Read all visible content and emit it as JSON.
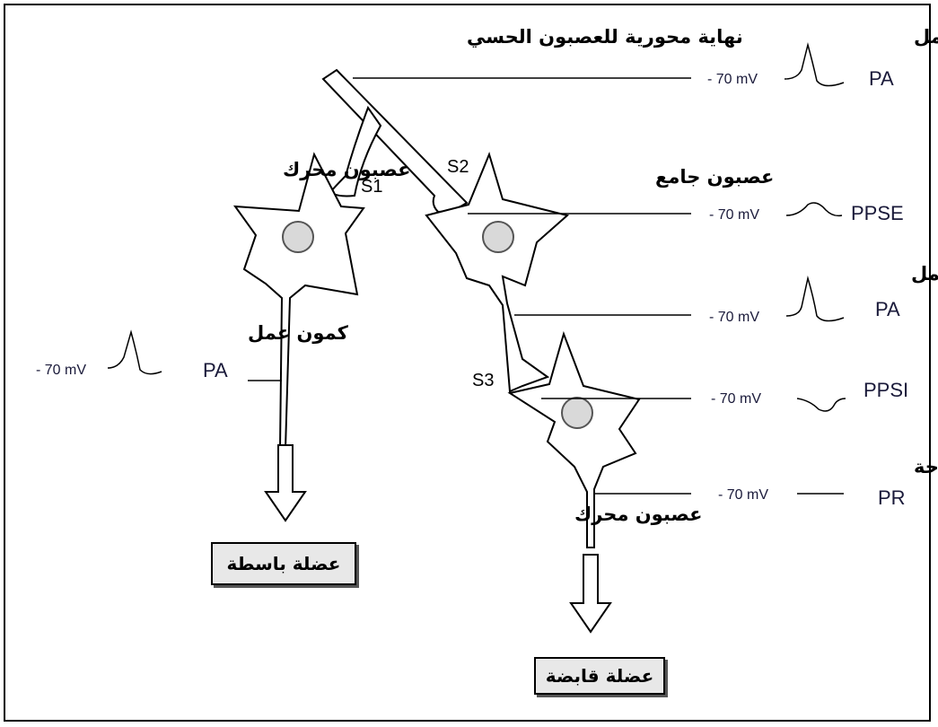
{
  "labels": {
    "sensory_ending": "نهاية محورية للعصبون الحسي",
    "motor_neuron_left": "عصبون محرك",
    "interneuron": "عصبون جامع",
    "motor_neuron_right": "عصبون محرك",
    "muscle_extensor": "عضلة باسطة",
    "muscle_flexor": "عضلة قابضة"
  },
  "synapses": {
    "s1": "S1",
    "s2": "S2",
    "s3": "S3"
  },
  "recordings": {
    "top": {
      "title": "كمون عمل",
      "type": "PA",
      "voltage": "- 70 mV"
    },
    "ppse": {
      "type": "PPSE",
      "voltage": "- 70 mV"
    },
    "mid": {
      "title": "كمون عمل",
      "type": "PA",
      "voltage": "- 70 mV"
    },
    "ppsi": {
      "type": "PPSI",
      "voltage": "- 70 mV"
    },
    "rest": {
      "title": "كمون راحة",
      "type": "PR",
      "voltage": "- 70 mV"
    },
    "left": {
      "title": "كمون عمل",
      "type": "PA",
      "voltage": "- 70 mV"
    }
  }
}
